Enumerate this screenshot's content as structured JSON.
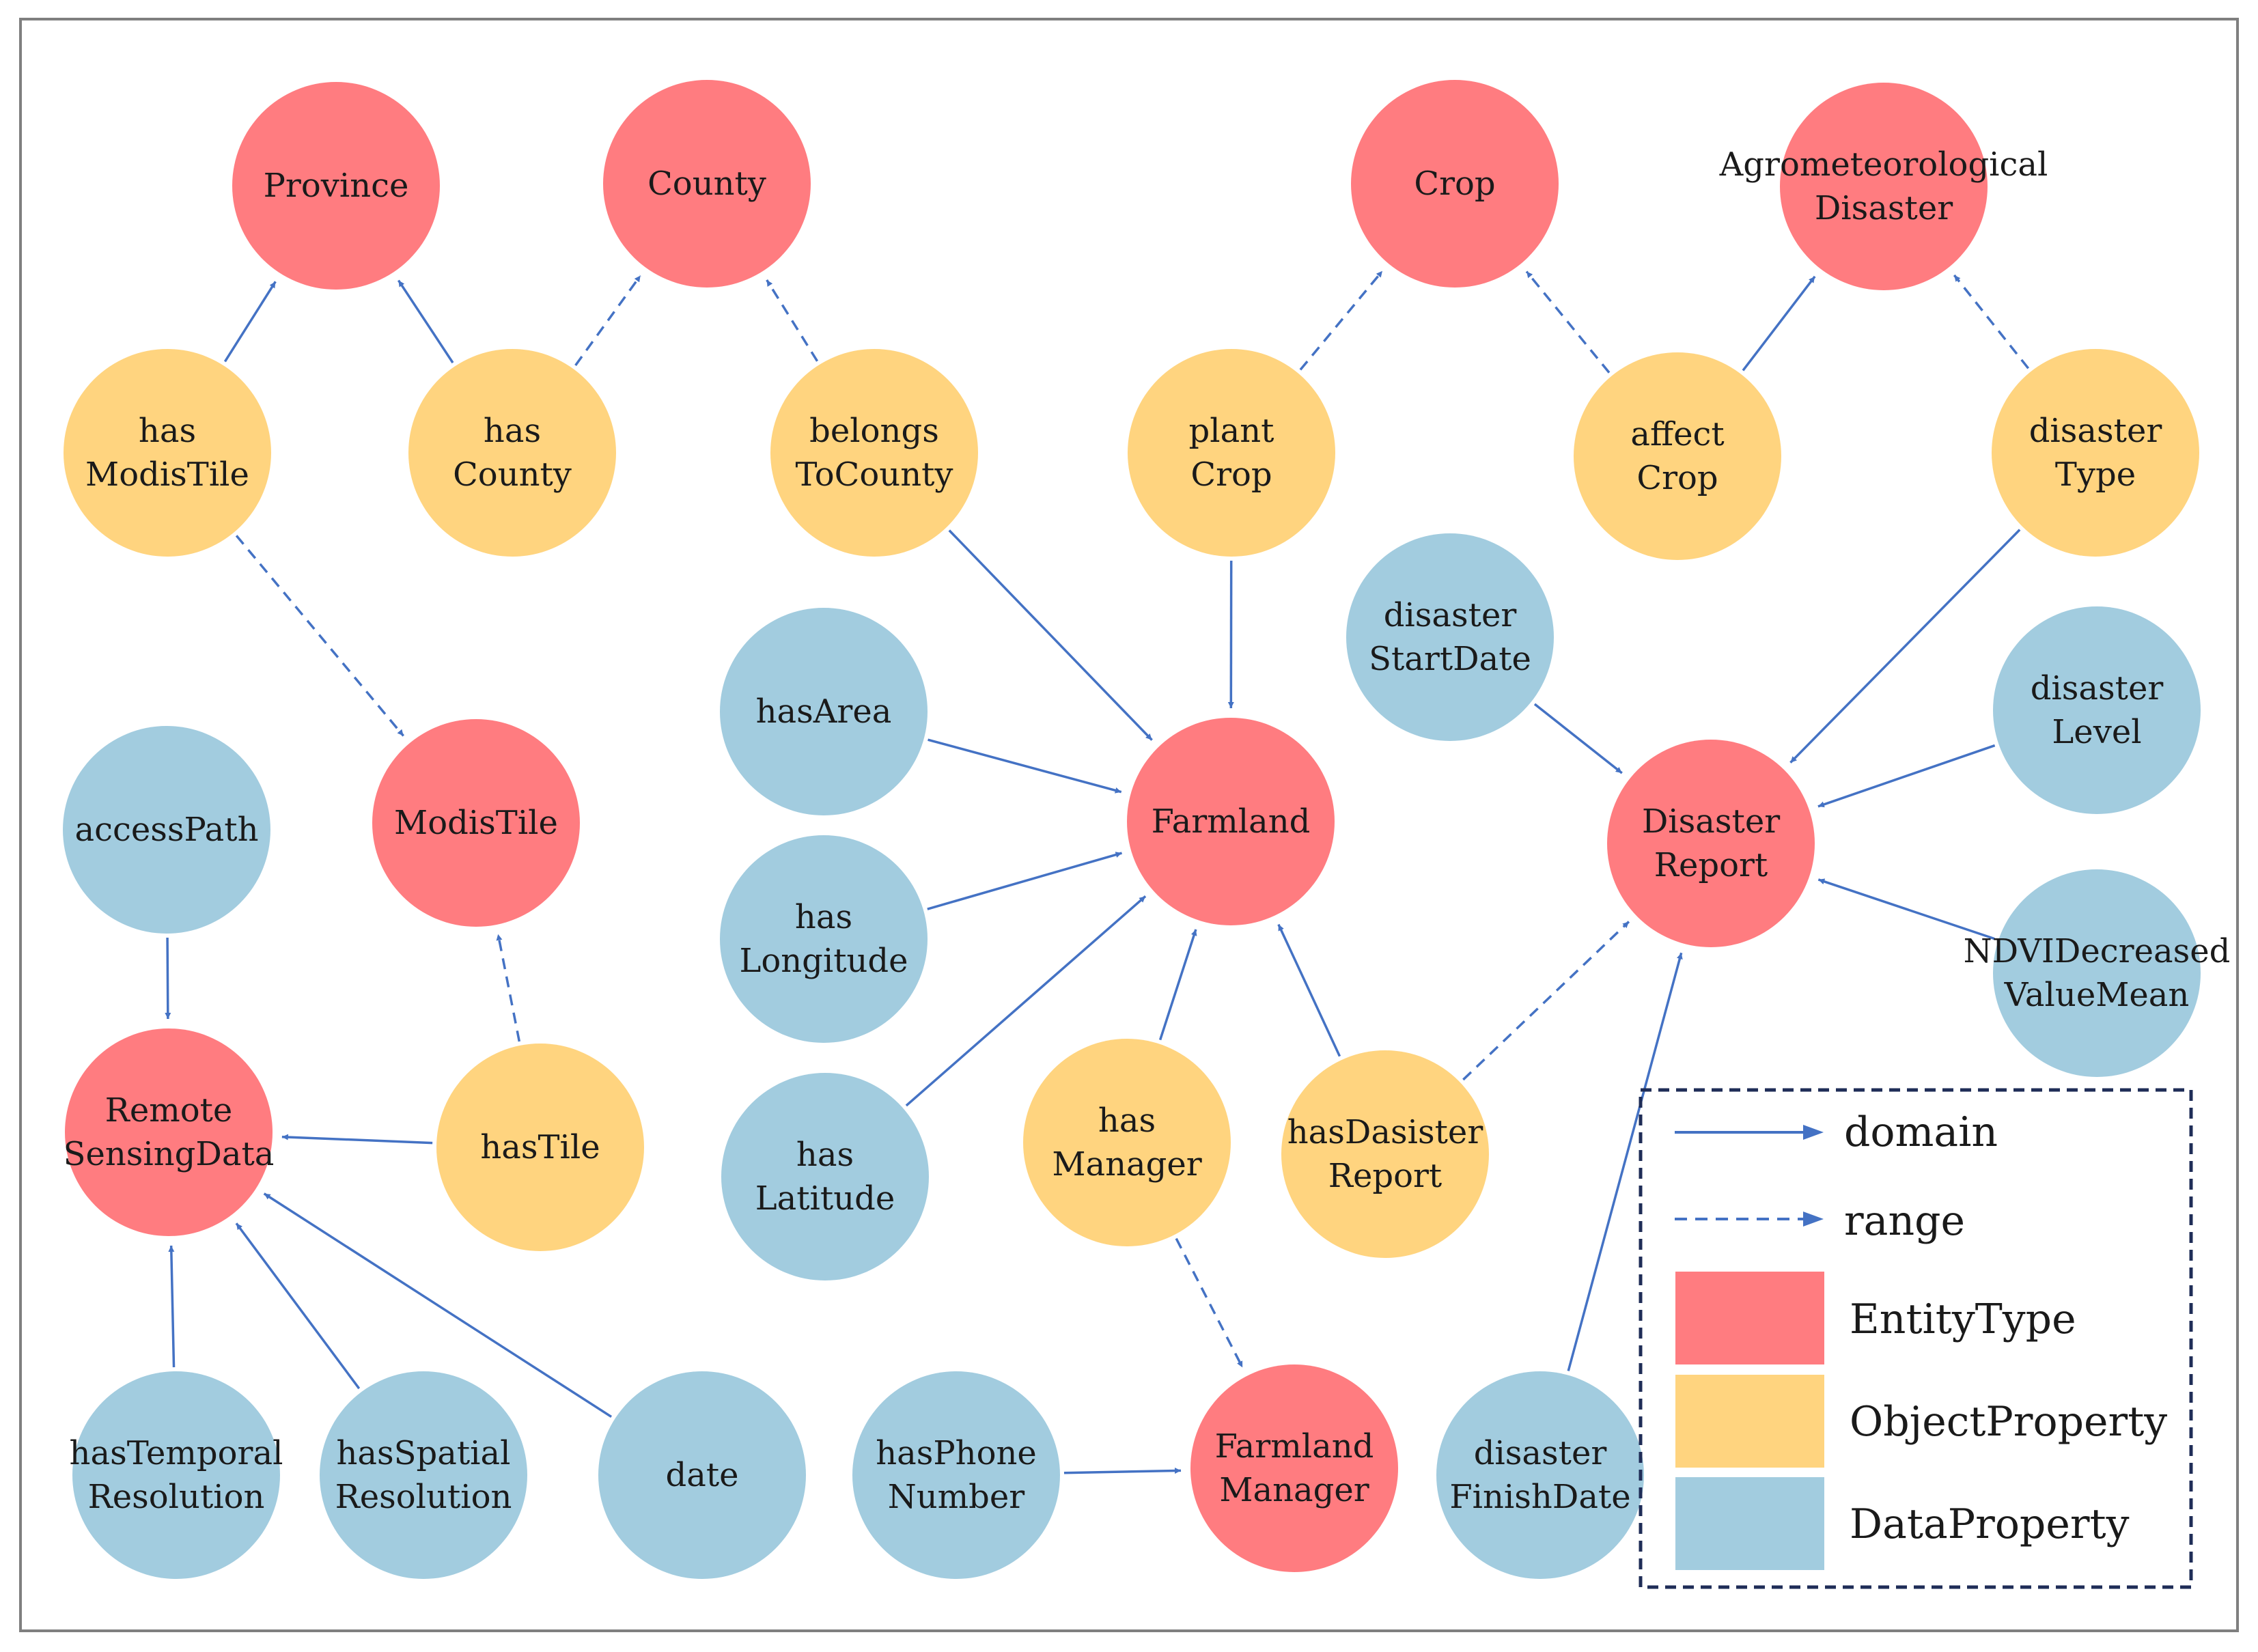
{
  "colors": {
    "entity": "#FF7C80",
    "object": "#FFD47F",
    "data": "#A2CCDF",
    "edge": "#4472C4",
    "legend_border": "#1F2D57",
    "frame": "#7F7F7F"
  },
  "nodes": [
    {
      "id": "province",
      "type": "entity",
      "lines": [
        "Province"
      ]
    },
    {
      "id": "county",
      "type": "entity",
      "lines": [
        "County"
      ]
    },
    {
      "id": "crop",
      "type": "entity",
      "lines": [
        "Crop"
      ]
    },
    {
      "id": "agro",
      "type": "entity",
      "lines": [
        "Agrometeorological",
        "Disaster"
      ]
    },
    {
      "id": "modistile",
      "type": "entity",
      "lines": [
        "ModisTile"
      ]
    },
    {
      "id": "farmland",
      "type": "entity",
      "lines": [
        "Farmland"
      ]
    },
    {
      "id": "disasterreport",
      "type": "entity",
      "lines": [
        "Disaster",
        "Report"
      ]
    },
    {
      "id": "remotesensing",
      "type": "entity",
      "lines": [
        "Remote",
        "SensingData"
      ]
    },
    {
      "id": "farmlandmanager",
      "type": "entity",
      "lines": [
        "Farmland",
        "Manager"
      ]
    },
    {
      "id": "hasmodistile",
      "type": "object",
      "lines": [
        "has",
        "ModisTile"
      ]
    },
    {
      "id": "hascounty",
      "type": "object",
      "lines": [
        "has",
        "County"
      ]
    },
    {
      "id": "belongstocounty",
      "type": "object",
      "lines": [
        "belongs",
        "ToCounty"
      ]
    },
    {
      "id": "plantcrop",
      "type": "object",
      "lines": [
        "plant",
        "Crop"
      ]
    },
    {
      "id": "affectcrop",
      "type": "object",
      "lines": [
        "affect",
        "Crop"
      ]
    },
    {
      "id": "disastertype",
      "type": "object",
      "lines": [
        "disaster",
        "Type"
      ]
    },
    {
      "id": "hastile",
      "type": "object",
      "lines": [
        "hasTile"
      ]
    },
    {
      "id": "hasmanager",
      "type": "object",
      "lines": [
        "has",
        "Manager"
      ]
    },
    {
      "id": "hasdisasterreport",
      "type": "object",
      "lines": [
        "hasDasister",
        "Report"
      ]
    },
    {
      "id": "disasterstartdate",
      "type": "data",
      "lines": [
        "disaster",
        "StartDate"
      ]
    },
    {
      "id": "hasarea",
      "type": "data",
      "lines": [
        "hasArea"
      ]
    },
    {
      "id": "disasterlevel",
      "type": "data",
      "lines": [
        "disaster",
        "Level"
      ]
    },
    {
      "id": "accesspath",
      "type": "data",
      "lines": [
        "accessPath"
      ]
    },
    {
      "id": "haslongitude",
      "type": "data",
      "lines": [
        "has",
        "Longitude"
      ]
    },
    {
      "id": "ndvi",
      "type": "data",
      "lines": [
        "NDVIDecreased",
        "ValueMean"
      ]
    },
    {
      "id": "haslatitude",
      "type": "data",
      "lines": [
        "has",
        "Latitude"
      ]
    },
    {
      "id": "hastemporal",
      "type": "data",
      "lines": [
        "hasTemporal",
        "Resolution"
      ]
    },
    {
      "id": "hasspatial",
      "type": "data",
      "lines": [
        "hasSpatial",
        "Resolution"
      ]
    },
    {
      "id": "date",
      "type": "data",
      "lines": [
        "date"
      ]
    },
    {
      "id": "hasphonenumber",
      "type": "data",
      "lines": [
        "hasPhone",
        "Number"
      ]
    },
    {
      "id": "disasterfinishdate",
      "type": "data",
      "lines": [
        "disaster",
        "FinishDate"
      ]
    }
  ],
  "edges": [
    {
      "from": "hasmodistile",
      "to": "province",
      "kind": "domain"
    },
    {
      "from": "hascounty",
      "to": "province",
      "kind": "domain"
    },
    {
      "from": "hascounty",
      "to": "county",
      "kind": "range"
    },
    {
      "from": "belongstocounty",
      "to": "county",
      "kind": "range"
    },
    {
      "from": "hasmodistile",
      "to": "modistile",
      "kind": "range"
    },
    {
      "from": "belongstocounty",
      "to": "farmland",
      "kind": "domain"
    },
    {
      "from": "plantcrop",
      "to": "crop",
      "kind": "range"
    },
    {
      "from": "plantcrop",
      "to": "farmland",
      "kind": "domain"
    },
    {
      "from": "affectcrop",
      "to": "crop",
      "kind": "range"
    },
    {
      "from": "affectcrop",
      "to": "agro",
      "kind": "domain"
    },
    {
      "from": "disastertype",
      "to": "agro",
      "kind": "range"
    },
    {
      "from": "disastertype",
      "to": "disasterreport",
      "kind": "domain"
    },
    {
      "from": "disasterstartdate",
      "to": "disasterreport",
      "kind": "domain"
    },
    {
      "from": "disasterlevel",
      "to": "disasterreport",
      "kind": "domain"
    },
    {
      "from": "ndvi",
      "to": "disasterreport",
      "kind": "domain"
    },
    {
      "from": "hasdisasterreport",
      "to": "disasterreport",
      "kind": "range"
    },
    {
      "from": "hasdisasterreport",
      "to": "farmland",
      "kind": "domain"
    },
    {
      "from": "disasterfinishdate",
      "to": "disasterreport",
      "kind": "domain"
    },
    {
      "from": "hasarea",
      "to": "farmland",
      "kind": "domain"
    },
    {
      "from": "haslongitude",
      "to": "farmland",
      "kind": "domain"
    },
    {
      "from": "haslatitude",
      "to": "farmland",
      "kind": "domain"
    },
    {
      "from": "hasmanager",
      "to": "farmland",
      "kind": "domain"
    },
    {
      "from": "hasmanager",
      "to": "farmlandmanager",
      "kind": "range"
    },
    {
      "from": "hasphonenumber",
      "to": "farmlandmanager",
      "kind": "domain"
    },
    {
      "from": "accesspath",
      "to": "remotesensing",
      "kind": "domain"
    },
    {
      "from": "hastile",
      "to": "modistile",
      "kind": "range"
    },
    {
      "from": "hastile",
      "to": "remotesensing",
      "kind": "domain"
    },
    {
      "from": "hastemporal",
      "to": "remotesensing",
      "kind": "domain"
    },
    {
      "from": "hasspatial",
      "to": "remotesensing",
      "kind": "domain"
    },
    {
      "from": "date",
      "to": "remotesensing",
      "kind": "domain"
    }
  ],
  "legend": {
    "domain_label": "domain",
    "range_label": "range",
    "entity_label": "EntityType",
    "object_label": "ObjectProperty",
    "data_label": "DataProperty"
  }
}
